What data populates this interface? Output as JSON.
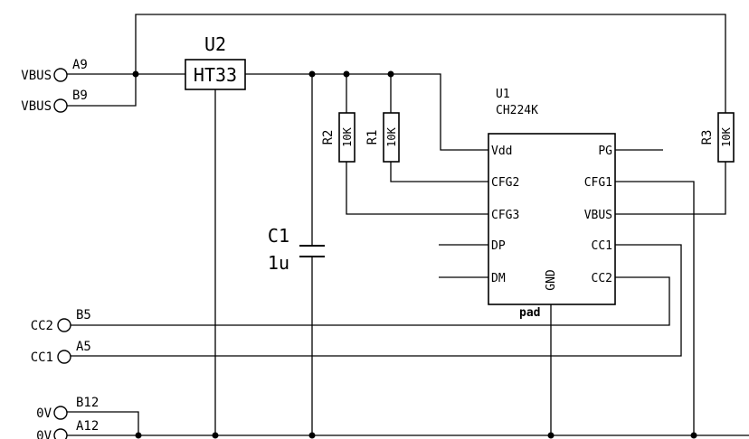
{
  "connector_pins": [
    {
      "net": "VBUS",
      "pin": "A9"
    },
    {
      "net": "VBUS",
      "pin": "B9"
    },
    {
      "net": "CC2",
      "pin": "B5"
    },
    {
      "net": "CC1",
      "pin": "A5"
    },
    {
      "net": "0V",
      "pin": "B12"
    },
    {
      "net": "0V",
      "pin": "A12"
    }
  ],
  "u2": {
    "ref": "U2",
    "part": "HT33"
  },
  "c1": {
    "ref": "C1",
    "value": "1u"
  },
  "resistors": [
    {
      "ref": "R2",
      "value": "10K"
    },
    {
      "ref": "R1",
      "value": "10K"
    },
    {
      "ref": "R3",
      "value": "10K"
    }
  ],
  "u1": {
    "ref": "U1",
    "part": "CH224K",
    "left_pins": [
      "Vdd",
      "CFG2",
      "CFG3",
      "DP",
      "DM"
    ],
    "right_pins": [
      "PG",
      "CFG1",
      "VBUS",
      "CC1",
      "CC2"
    ],
    "bottom_pin": "GND",
    "pad_label": "pad"
  }
}
